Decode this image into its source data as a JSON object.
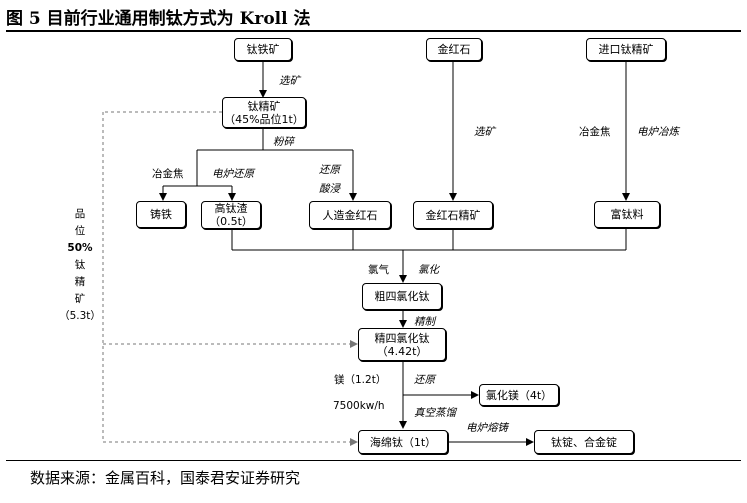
{
  "title": "图 5 目前行业通用制钛方式为 Kroll 法",
  "source": "数据来源：金属百科，国泰君安证券研究",
  "nodes": {
    "ti_iron_ore": "钛铁矿",
    "ti_concentrate_1": "钛精矿",
    "ti_concentrate_2": "（45%品位1t）",
    "rutile": "金红石",
    "imported_ti_concentrate": "进口钛精矿",
    "cast_iron": "铸铁",
    "high_ti_slag_1": "高钛渣",
    "high_ti_slag_2": "（0.5t）",
    "synthetic_rutile": "人造金红石",
    "rutile_concentrate": "金红石精矿",
    "rich_ti_material": "富钛料",
    "crude_ticl4": "粗四氯化钛",
    "refined_ticl4_1": "精四氯化钛",
    "refined_ticl4_2": "（4.42t）",
    "mgcl2": "氯化镁（4t）",
    "sponge_ti": "海绵钛（1t）",
    "ingots": "钛锭、合金锭"
  },
  "labels": {
    "beneficiation_1": "选矿",
    "grinding": "粉碎",
    "coke_1": "冶金焦",
    "elec_reduction": "电炉还原",
    "reduction": "还原",
    "acid_leach": "酸浸",
    "beneficiation_2": "选矿",
    "coke_2": "冶金焦",
    "elec_smelt": "电炉冶炼",
    "chlorine": "氯气",
    "chlorination": "氯化",
    "refining": "精制",
    "magnesium": "镁（1.2t）",
    "reduce2": "还原",
    "power": "7500kw/h",
    "vacuum": "真空蒸馏",
    "elec_melt": "电炉熔铸",
    "side_grade": [
      "品",
      "位",
      "50%",
      "钛",
      "精",
      "矿",
      "（5.3t）"
    ]
  }
}
